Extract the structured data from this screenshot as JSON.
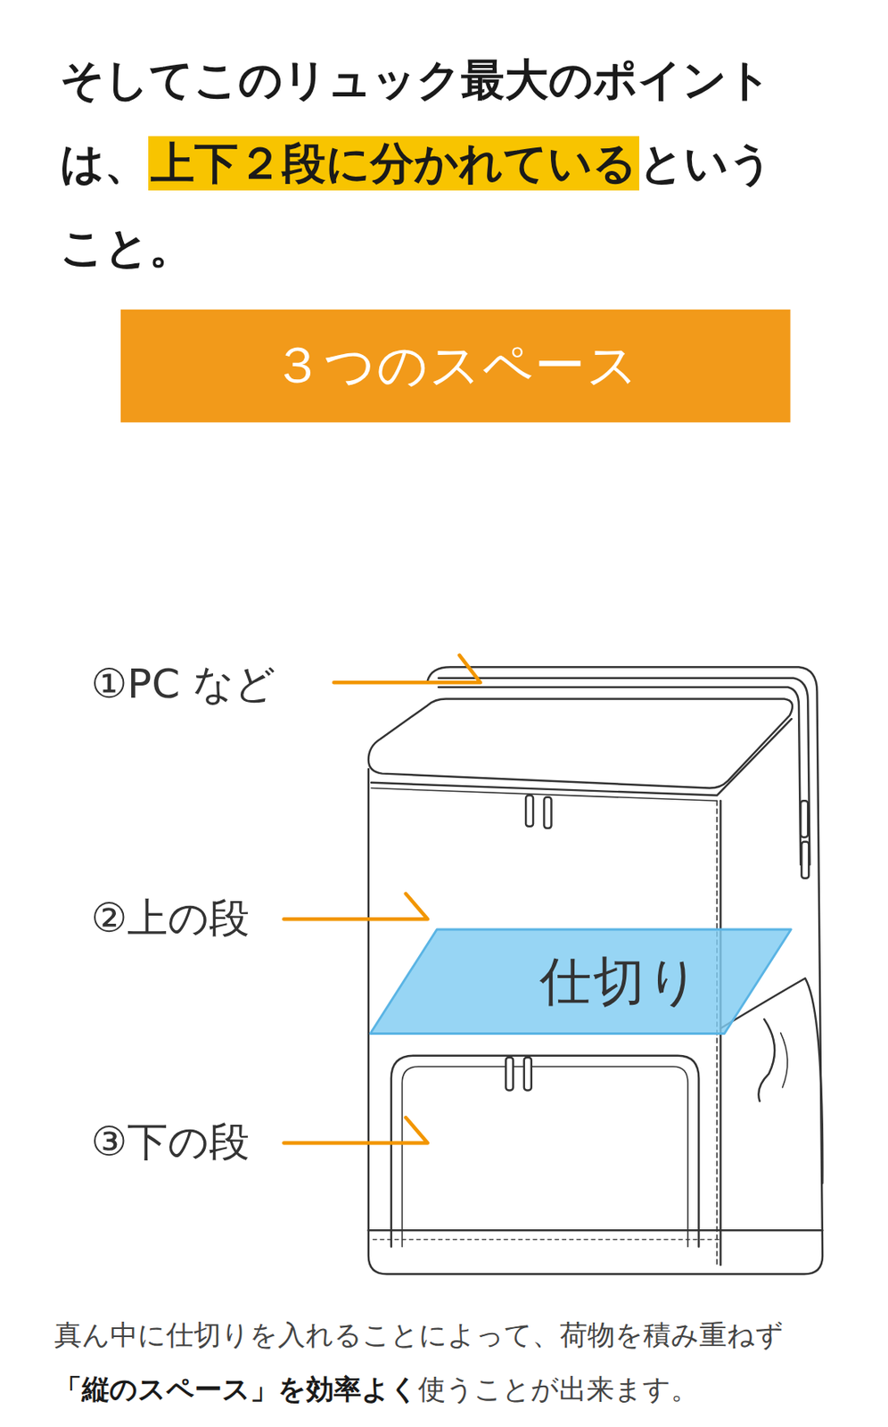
{
  "diagram": {
    "title": "そしてこのリュック最大のポイントは、上下２段に分かれているということ。",
    "caption": "真ん中に仕切りを入れることによって、荷物を積み重ねず「縦のスペース」を効率よく使うことが出来ます。",
    "nodes": [
      {
        "text": [
          "３つのスペース"
        ]
      },
      {
        "text": [
          "仕切り"
        ]
      }
    ],
    "labels": [
      "①PC など",
      "②上の段",
      "③下の段"
    ]
  }
}
